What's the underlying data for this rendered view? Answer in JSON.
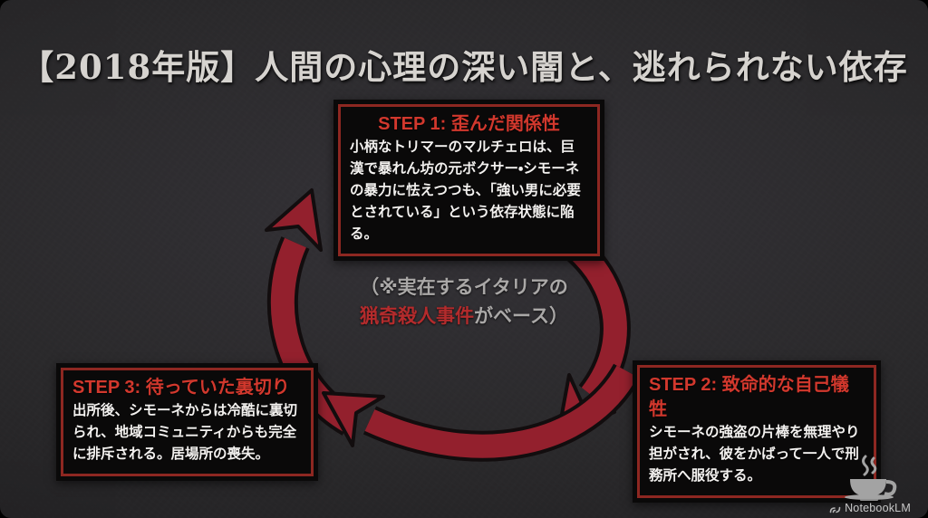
{
  "slide": {
    "title": "【2018年版】人間の心理の深い闇と、逃れられない依存",
    "center_note": {
      "line1": "（※実在するイタリアの",
      "highlight": "猟奇殺人事件",
      "suffix": "がベース）"
    },
    "steps": [
      {
        "title": "STEP 1: 歪んだ関係性",
        "body": "小柄なトリマーのマルチェロは、巨漢で暴れん坊の元ボクサー・シモーネの暴力に怯えつつも、「強い男に必要とされている」という依存状態に陥る。"
      },
      {
        "title": "STEP 2: 致命的な自己犠牲",
        "body": "シモーネの強盗の片棒を無理やり担がされ、彼をかばって一人で刑務所へ服役する。"
      },
      {
        "title": "STEP 3: 待っていた裏切り",
        "body": "出所後、シモーネからは冷酷に裏切られ、地域コミュニティからも完全に排斥される。居場所の喪失。"
      }
    ],
    "diagram": {
      "type": "cycle",
      "direction": "clockwise",
      "nodes": [
        "STEP 1: 歪んだ関係性",
        "STEP 2: 致命的な自己犠牲",
        "STEP 3: 待っていた裏切り"
      ]
    },
    "branding": {
      "label": "NotebookLM"
    },
    "colors": {
      "background": "#2b2a2c",
      "arrow_red": "#93202d",
      "box_border_red": "#8d2721",
      "step_title_red": "#d2382d",
      "note_red": "#b42b2c",
      "title_text": "#d6d3cf",
      "body_text": "#f3f1ef",
      "note_gray": "#aaa8a7"
    }
  }
}
